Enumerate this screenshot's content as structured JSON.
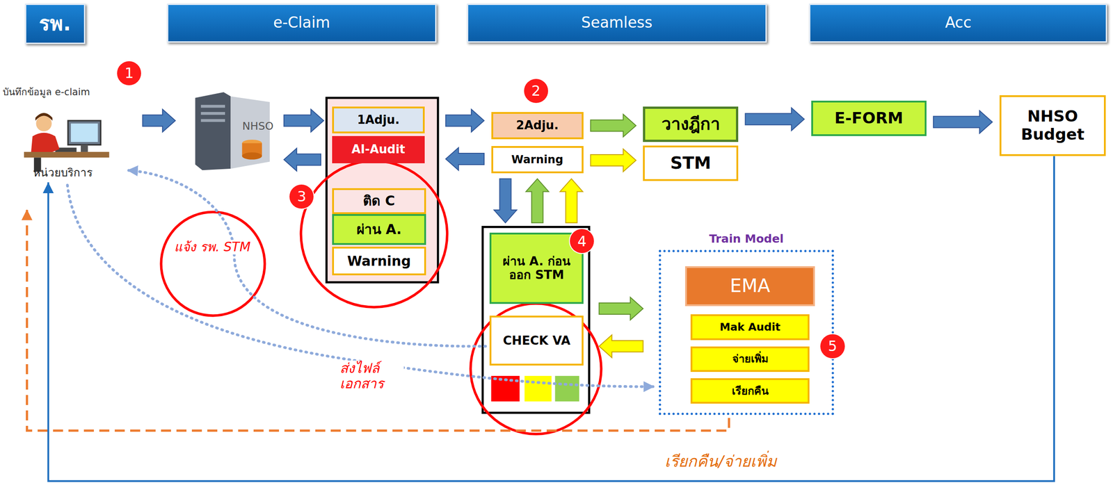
{
  "diagram": {
    "nodes": [
      {
        "text": [
          "รพ."
        ]
      },
      {
        "text": [
          "e-Claim"
        ]
      },
      {
        "text": [
          "Seamless"
        ]
      },
      {
        "text": [
          "Acc"
        ]
      },
      {
        "text": [
          "บันทึกข้อมูล e-claim",
          "หน่วยบริการ"
        ]
      },
      {
        "text": [
          "NHSO"
        ]
      },
      {
        "text": [
          "1Adju."
        ]
      },
      {
        "text": [
          "AI-Audit"
        ]
      },
      {
        "text": [
          "ติด C"
        ]
      },
      {
        "text": [
          "ผ่าน A."
        ]
      },
      {
        "text": [
          "Warning"
        ]
      },
      {
        "text": [
          "2Adju."
        ]
      },
      {
        "text": [
          "Warning"
        ]
      },
      {
        "text": [
          "วางฎีกา"
        ]
      },
      {
        "text": [
          "STM"
        ]
      },
      {
        "text": [
          "E-FORM"
        ]
      },
      {
        "text": [
          "NHSO Budget"
        ]
      },
      {
        "text": [
          "ผ่าน A. ก่อนออก STM"
        ]
      },
      {
        "text": [
          "CHECK VA"
        ]
      },
      {
        "text": [
          "Train Model"
        ]
      },
      {
        "text": [
          "EMA"
        ],
        "in": 19
      },
      {
        "text": [
          "Mak Audit"
        ],
        "in": 19
      },
      {
        "text": [
          "จ่ายเพิ่ม"
        ],
        "in": 19
      },
      {
        "text": [
          "เรียกคืน"
        ],
        "in": 19
      }
    ],
    "edges": [
      {
        "from": 4,
        "to": 5,
        "arrow": "to"
      },
      {
        "from": 5,
        "to": 6,
        "arrow": "to"
      },
      {
        "from": 7,
        "to": 5,
        "arrow": "to"
      },
      {
        "from": 6,
        "to": 11,
        "arrow": "to"
      },
      {
        "from": 12,
        "to": 7,
        "arrow": "to"
      },
      {
        "from": 11,
        "to": 13,
        "arrow": "to"
      },
      {
        "from": 12,
        "to": 14,
        "arrow": "to"
      },
      {
        "from": 13,
        "to": 15,
        "arrow": "to"
      },
      {
        "from": 15,
        "to": 16,
        "arrow": "to"
      },
      {
        "from": 12,
        "to": 17,
        "arrow": "to"
      },
      {
        "from": 17,
        "to": 12,
        "arrow": "to"
      },
      {
        "from": 17,
        "to": 12,
        "arrow": "to"
      },
      {
        "from": 17,
        "to": 19,
        "arrow": "to"
      },
      {
        "from": 19,
        "to": 18,
        "arrow": "to"
      },
      {
        "from": 18,
        "to": 4,
        "arrow": "to"
      },
      {
        "from": 4,
        "to": 19,
        "arrow": "to"
      },
      {
        "from": 19,
        "to": 4,
        "arrow": "to"
      },
      {
        "from": 16,
        "to": 4,
        "arrow": "to"
      }
    ],
    "labels": [
      "1",
      "2",
      "3",
      "4",
      "5",
      "แจ้ง รพ. STM",
      "ส่งไฟล์ เอกสาร",
      "เรียกคืน/จ่ายเพิ่ม"
    ]
  }
}
